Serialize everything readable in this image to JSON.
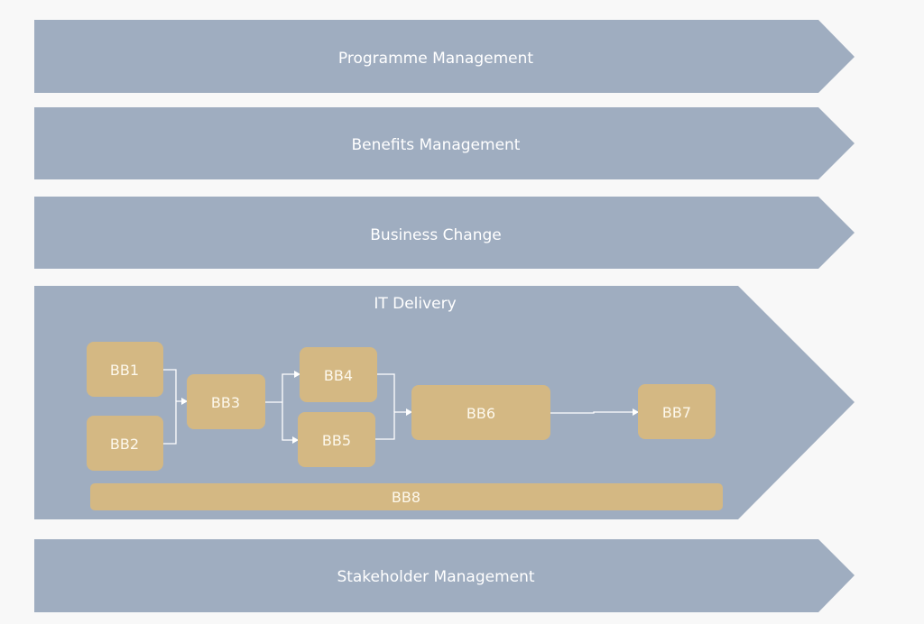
{
  "colors": {
    "background": "#f8f8f8",
    "band": "#9fadc0",
    "box": "#d4b883",
    "band_text": "#ffffff",
    "box_text": "#fdf8ec",
    "connector": "#ffffff"
  },
  "bands": [
    {
      "id": "programme-management",
      "label": "Programme Management"
    },
    {
      "id": "benefits-management",
      "label": "Benefits Management"
    },
    {
      "id": "business-change",
      "label": "Business Change"
    },
    {
      "id": "it-delivery",
      "label": "IT Delivery"
    },
    {
      "id": "stakeholder-management",
      "label": "Stakeholder Management"
    }
  ],
  "blocks": [
    {
      "id": "BB1",
      "label": "BB1"
    },
    {
      "id": "BB2",
      "label": "BB2"
    },
    {
      "id": "BB3",
      "label": "BB3"
    },
    {
      "id": "BB4",
      "label": "BB4"
    },
    {
      "id": "BB5",
      "label": "BB5"
    },
    {
      "id": "BB6",
      "label": "BB6"
    },
    {
      "id": "BB7",
      "label": "BB7"
    },
    {
      "id": "BB8",
      "label": "BB8"
    }
  ],
  "connections": [
    {
      "from": "BB1",
      "to": "BB3"
    },
    {
      "from": "BB2",
      "to": "BB3"
    },
    {
      "from": "BB3",
      "to": "BB4"
    },
    {
      "from": "BB3",
      "to": "BB5"
    },
    {
      "from": "BB4",
      "to": "BB6"
    },
    {
      "from": "BB5",
      "to": "BB6"
    },
    {
      "from": "BB6",
      "to": "BB7"
    }
  ]
}
